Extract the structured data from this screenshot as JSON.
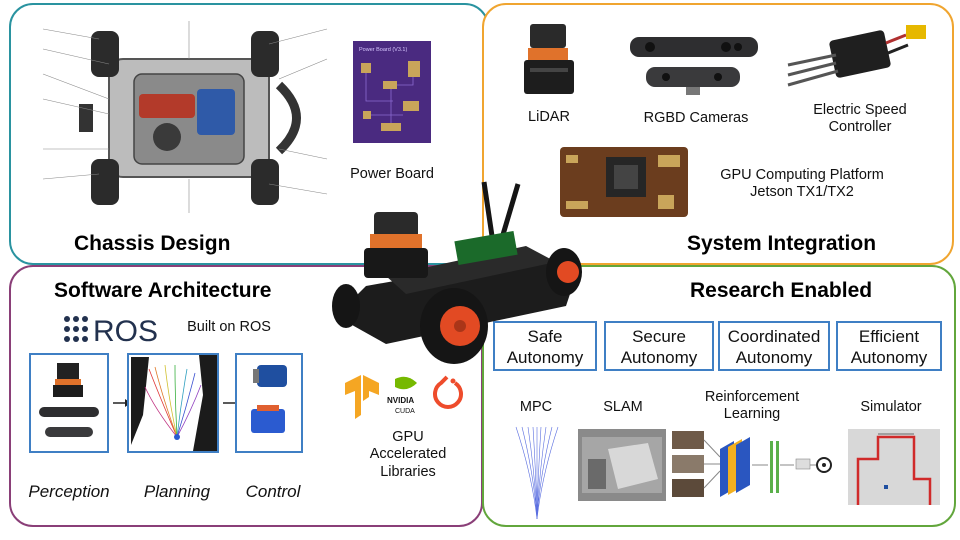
{
  "chassis": {
    "title": "Chassis Design",
    "power_board_label": "Power Board",
    "power_board_pcb_text": "Power Board (V3.1)"
  },
  "system": {
    "title": "System Integration",
    "lidar_label": "LiDAR",
    "rgbd_label": "RGBD Cameras",
    "esc_label_line1": "Electric Speed",
    "esc_label_line2": "Controller",
    "gpu_label_line1": "GPU Computing Platform",
    "gpu_label_line2": "Jetson TX1/TX2"
  },
  "software": {
    "title": "Software Architecture",
    "ros_logo_text": "ROS",
    "built_on_ros": "Built on ROS",
    "perception": "Perception",
    "planning": "Planning",
    "control": "Control",
    "gpu_libs_line1": "GPU",
    "gpu_libs_line2": "Accelerated",
    "gpu_libs_line3": "Libraries",
    "nvidia_logo_text": "NVIDIA",
    "cuda_logo_text": "CUDA"
  },
  "research": {
    "title": "Research Enabled",
    "boxes": [
      {
        "line1": "Safe",
        "line2": "Autonomy"
      },
      {
        "line1": "Secure",
        "line2": "Autonomy"
      },
      {
        "line1": "Coordinated",
        "line2": "Autonomy"
      },
      {
        "line1": "Efficient",
        "line2": "Autonomy"
      }
    ],
    "mpc": "MPC",
    "slam": "SLAM",
    "rl_line1": "Reinforcement",
    "rl_line2": "Learning",
    "simulator": "Simulator"
  },
  "colors": {
    "chassis_border": "#2a93a0",
    "system_border": "#f0a530",
    "software_border": "#8a3f78",
    "research_border": "#62a63c",
    "box_border": "#3f7fc4"
  }
}
